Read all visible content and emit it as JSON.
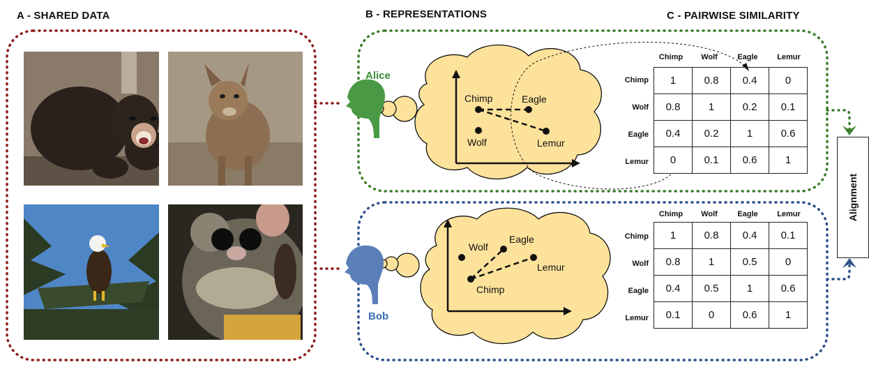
{
  "titles": {
    "a": "A - SHARED DATA",
    "b": "B - REPRESENTATIONS",
    "c": "C - PAIRWISE SIMILARITY"
  },
  "animals": [
    "Chimp",
    "Wolf",
    "Eagle",
    "Lemur"
  ],
  "alice": {
    "name": "Alice",
    "color": "#3a8a32",
    "points": {
      "chimp": "Chimp",
      "eagle": "Eagle",
      "wolf": "Wolf",
      "lemur": "Lemur"
    },
    "matrix": [
      [
        "1",
        "0.8",
        "0.4",
        "0"
      ],
      [
        "0.8",
        "1",
        "0.2",
        "0.1"
      ],
      [
        "0.4",
        "0.2",
        "1",
        "0.6"
      ],
      [
        "0",
        "0.1",
        "0.6",
        "1"
      ]
    ]
  },
  "bob": {
    "name": "Bob",
    "color": "#3a6fb0",
    "points": {
      "wolf": "Wolf",
      "eagle": "Eagle",
      "lemur": "Lemur",
      "chimp": "Chimp"
    },
    "matrix": [
      [
        "1",
        "0.8",
        "0.4",
        "0.1"
      ],
      [
        "0.8",
        "1",
        "0.5",
        "0"
      ],
      [
        "0.4",
        "0.5",
        "1",
        "0.6"
      ],
      [
        "0.1",
        "0",
        "0.6",
        "1"
      ]
    ]
  },
  "alignment": {
    "label": "Alignment"
  },
  "colors": {
    "shared_border": "#8b1a1a",
    "alice_border": "#3a7d2a",
    "bob_border": "#2c4f8a",
    "cloud_fill": "#fde29b",
    "alice_head": "#4a9a45",
    "bob_head": "#5b7fb8"
  },
  "icons": [
    "chimpanzee-photo",
    "wolf-photo",
    "eagle-photo",
    "lemur-photo",
    "alice-head-icon",
    "bob-head-icon",
    "thought-cloud"
  ]
}
